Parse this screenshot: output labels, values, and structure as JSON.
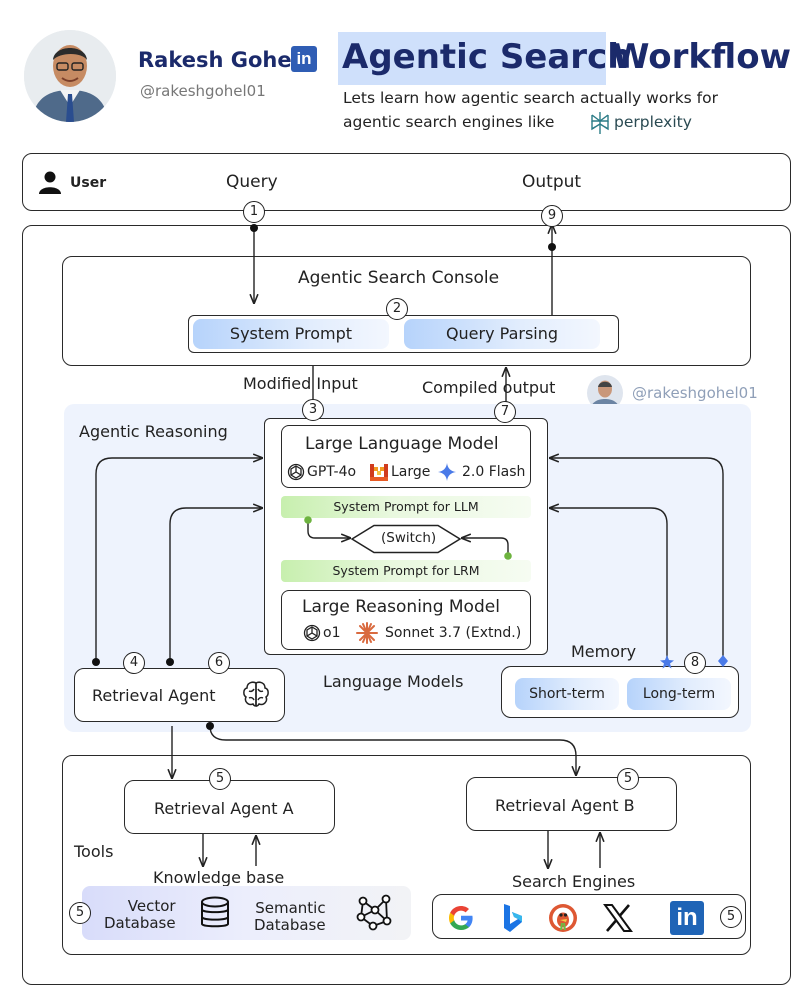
{
  "header": {
    "author_name": "Rakesh Gohel",
    "author_handle": "@rakeshgohel01",
    "linkedin_badge": "in",
    "title_highlight": "Agentic Search",
    "title_rest": "Workflow",
    "subtitle_line1": "Lets learn how agentic search actually works for",
    "subtitle_line2": "agentic search engines like",
    "brand_name": "perplexity"
  },
  "user_bar": {
    "user_label": "User",
    "query_label": "Query",
    "output_label": "Output"
  },
  "console": {
    "title": "Agentic Search Console",
    "system_prompt": "System Prompt",
    "query_parsing": "Query Parsing",
    "modified_input": "Modified Input",
    "compiled_output": "Compiled output",
    "watermark_handle": "@rakeshgohel01"
  },
  "reasoning": {
    "title": "Agentic Reasoning",
    "llm_title": "Large Language Model",
    "llm_models": [
      "GPT-4o",
      "Large",
      "2.0 Flash"
    ],
    "system_prompt_llm": "System Prompt for LLM",
    "switch_label": "(Switch)",
    "system_prompt_lrm": "System Prompt for LRM",
    "lrm_title": "Large Reasoning Model",
    "lrm_models": [
      "o1",
      "Sonnet 3.7 (Extnd.)"
    ],
    "language_models_label": "Language Models",
    "retrieval_agent": "Retrieval Agent",
    "memory_title": "Memory",
    "short_term": "Short-term",
    "long_term": "Long-term"
  },
  "tools": {
    "title": "Tools",
    "agent_a": "Retrieval Agent A",
    "agent_b": "Retrieval Agent B",
    "knowledge_base": "Knowledge base",
    "vector_db": "Vector\nDatabase",
    "semantic_db": "Semantic\nDatabase",
    "search_engines": "Search Engines",
    "engine_icons": [
      "google-icon",
      "bing-icon",
      "duckduckgo-icon",
      "x-icon",
      "linkedin-icon"
    ]
  },
  "steps": [
    "1",
    "2",
    "3",
    "4",
    "5",
    "6",
    "7",
    "8",
    "9"
  ],
  "colors": {
    "title_dark": "#1b2a6b",
    "highlight": "#cfe0fb",
    "accent_blue": "#4a7ae8",
    "green": "#6db33f",
    "panel": "#eef3fd"
  }
}
